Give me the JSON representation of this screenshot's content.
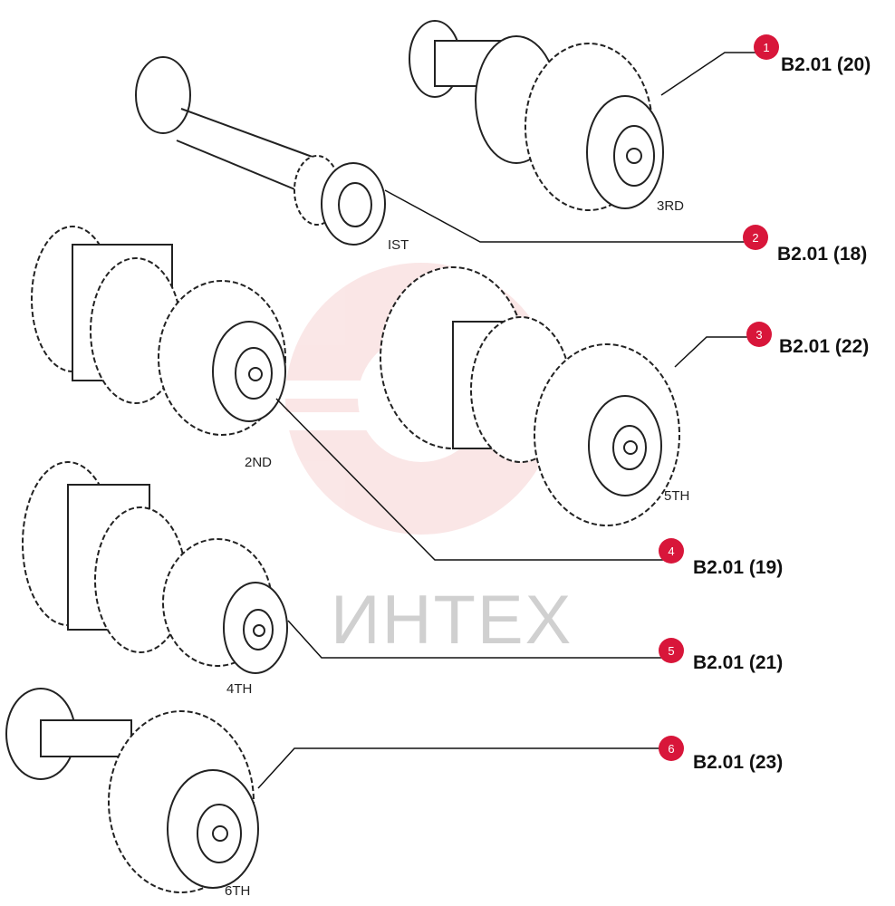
{
  "watermark": {
    "text": "ИНТЕХ",
    "color": "#f2b9b9"
  },
  "badge_color": "#d8163a",
  "callouts": [
    {
      "num": "1",
      "ref": "B2.01 (20)"
    },
    {
      "num": "2",
      "ref": "B2.01 (18)"
    },
    {
      "num": "3",
      "ref": "B2.01 (22)"
    },
    {
      "num": "4",
      "ref": "B2.01 (19)"
    },
    {
      "num": "5",
      "ref": "B2.01 (21)"
    },
    {
      "num": "6",
      "ref": "B2.01 (23)"
    }
  ],
  "gear_labels": {
    "third": "3RD",
    "first": "IST",
    "second": "2ND",
    "fifth": "5TH",
    "fourth": "4TH",
    "sixth": "6TH"
  }
}
